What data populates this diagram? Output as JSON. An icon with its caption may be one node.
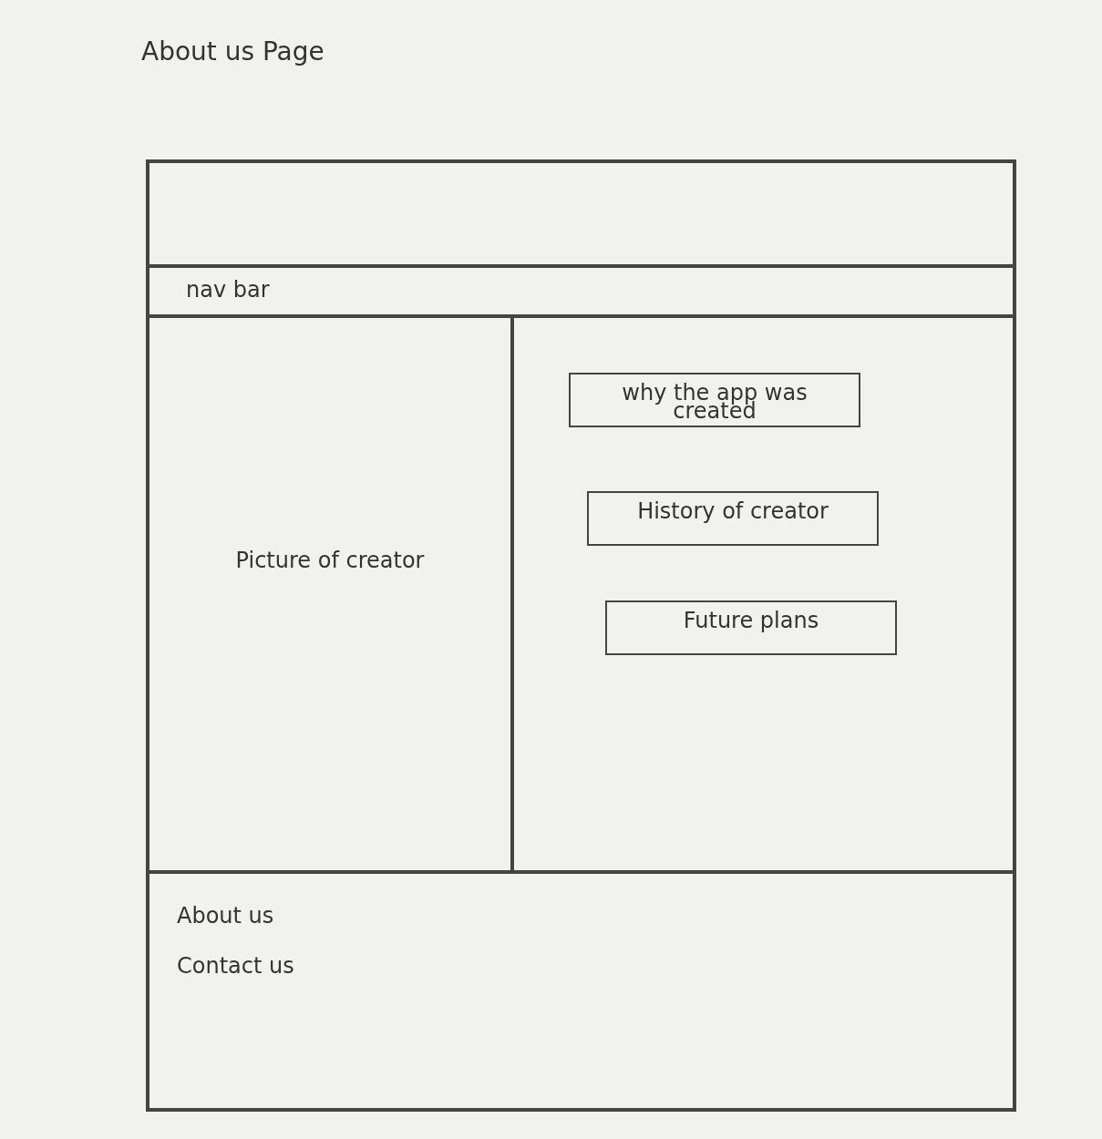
{
  "diagram": {
    "title": "About us Page",
    "nodes": [
      {
        "text": [],
        "shape": "box"
      },
      {
        "text": [],
        "shape": "box",
        "in": 0
      },
      {
        "text": [
          "nav bar"
        ],
        "in": 0
      },
      {
        "text": [
          "Picture of creator"
        ],
        "in": 0
      },
      {
        "text": [],
        "shape": "box",
        "in": 0
      },
      {
        "text": [
          "why the app was created"
        ],
        "in": 4
      },
      {
        "text": [
          "History of creator"
        ],
        "in": 4
      },
      {
        "text": [
          "Future plans"
        ],
        "in": 4
      },
      {
        "text": [
          "About us",
          "Contact us"
        ],
        "in": 0
      }
    ],
    "edges": []
  }
}
